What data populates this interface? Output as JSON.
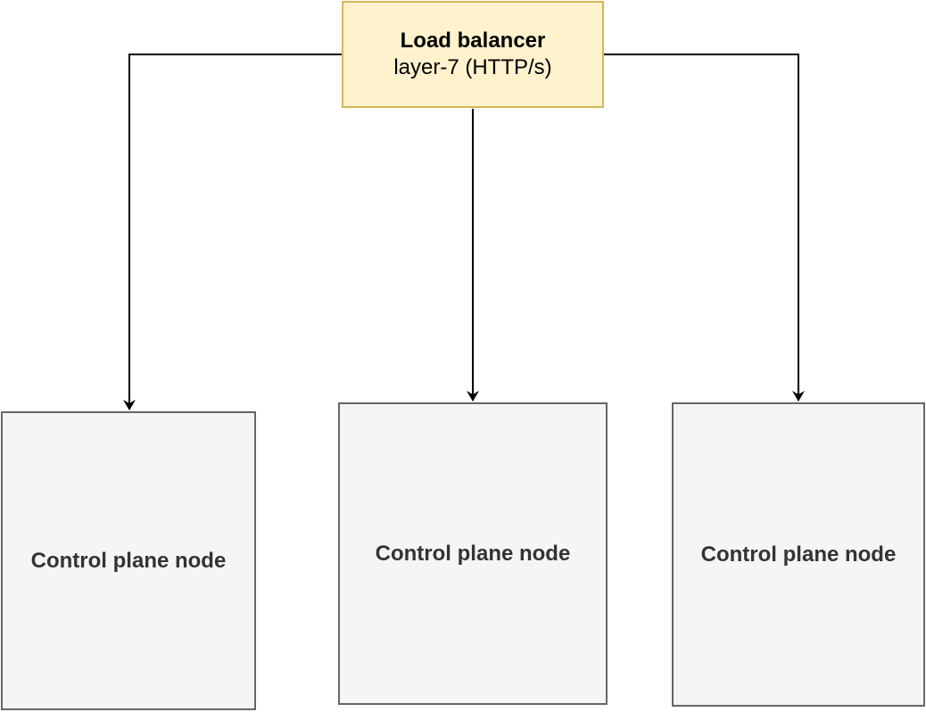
{
  "load_balancer": {
    "title": "Load balancer",
    "subtitle": "layer-7 (HTTP/s)",
    "fill_color": "#fff2cc",
    "stroke_color": "#d6b656"
  },
  "control_plane_nodes": [
    {
      "label": "Control plane node"
    },
    {
      "label": "Control plane node"
    },
    {
      "label": "Control plane node"
    }
  ],
  "node_fill_color": "#f5f5f5",
  "node_stroke_color": "#666666",
  "text_color": "#333333",
  "connector_color": "#000000"
}
